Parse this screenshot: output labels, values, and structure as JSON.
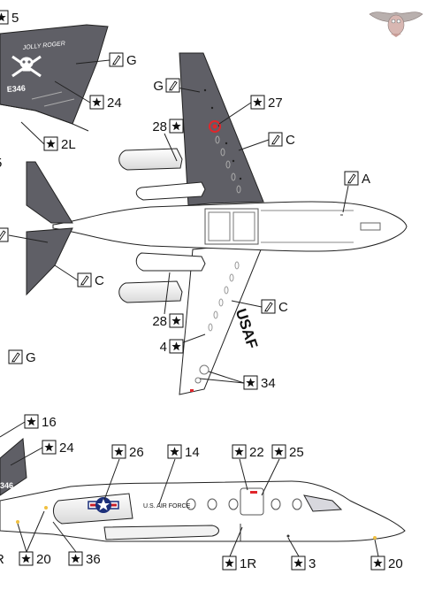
{
  "colors": {
    "paint": "#5f5f66",
    "paint_dark": "#4a4a52",
    "line": "#222222",
    "roundel_blue": "#1c2f7a",
    "roundel_red": "#c8202a",
    "marker_red": "#e0262b"
  },
  "icons": {
    "decal": "star-in-square-icon",
    "paint": "brush-in-square-icon",
    "logo": "owl-logo-icon"
  },
  "skin_text": {
    "usaf_wing": "USAF",
    "us_air_force_fuselage": "U.S. AIR FORCE",
    "tail_code": "E346",
    "tail_code_lower": "346",
    "jolly_roger_banner": "JOLLY ROGER"
  },
  "callouts": [
    {
      "id": "c-5-top",
      "kind": "decal",
      "label": "5"
    },
    {
      "id": "c-g-tail",
      "kind": "paint",
      "label": "G"
    },
    {
      "id": "c-24-tail",
      "kind": "decal",
      "label": "24"
    },
    {
      "id": "c-2l",
      "kind": "decal",
      "label": "2L"
    },
    {
      "id": "c-5-mid",
      "kind": "none",
      "label": "5"
    },
    {
      "id": "c-g-wing",
      "kind": "paint",
      "label": "G"
    },
    {
      "id": "c-27",
      "kind": "decal",
      "label": "27"
    },
    {
      "id": "c-28-top",
      "kind": "decal",
      "label": "28"
    },
    {
      "id": "c-c-wing",
      "kind": "paint",
      "label": "C"
    },
    {
      "id": "c-a-nose",
      "kind": "paint",
      "label": "A"
    },
    {
      "id": "c-e-stab",
      "kind": "paint",
      "label": ""
    },
    {
      "id": "c-c-stab",
      "kind": "paint",
      "label": "C"
    },
    {
      "id": "c-c-lower",
      "kind": "paint",
      "label": "C"
    },
    {
      "id": "c-28-bot",
      "kind": "decal",
      "label": "28"
    },
    {
      "id": "c-4",
      "kind": "decal",
      "label": "4"
    },
    {
      "id": "c-g-left",
      "kind": "paint",
      "label": "G"
    },
    {
      "id": "c-34",
      "kind": "decal",
      "label": "34"
    },
    {
      "id": "c-16",
      "kind": "decal",
      "label": "16"
    },
    {
      "id": "c-24-side",
      "kind": "decal",
      "label": "24"
    },
    {
      "id": "c-26",
      "kind": "decal",
      "label": "26"
    },
    {
      "id": "c-14",
      "kind": "decal",
      "label": "14"
    },
    {
      "id": "c-22",
      "kind": "decal",
      "label": "22"
    },
    {
      "id": "c-25",
      "kind": "decal",
      "label": "25"
    },
    {
      "id": "c-r",
      "kind": "none",
      "label": "R"
    },
    {
      "id": "c-20-left",
      "kind": "decal",
      "label": "20"
    },
    {
      "id": "c-36",
      "kind": "decal",
      "label": "36"
    },
    {
      "id": "c-1r",
      "kind": "decal",
      "label": "1R"
    },
    {
      "id": "c-3",
      "kind": "decal",
      "label": "3"
    },
    {
      "id": "c-20-right",
      "kind": "decal",
      "label": "20"
    }
  ]
}
